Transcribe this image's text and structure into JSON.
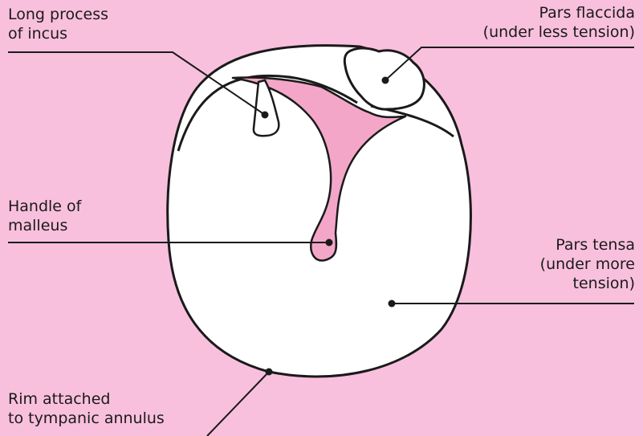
{
  "diagram": {
    "labels": {
      "incus": [
        "Long process",
        "of incus"
      ],
      "flaccida": [
        "Pars flaccida",
        "(under less tension)"
      ],
      "malleus": [
        "Handle of",
        "malleus"
      ],
      "tensa": [
        "Pars tensa",
        "(under more",
        "tension)"
      ],
      "rim": [
        "Rim attached",
        "to tympanic annulus"
      ]
    },
    "colors": {
      "background": "#f9c0de",
      "membrane": "#ffffff",
      "malleus": "#f4a6c9",
      "stroke": "#1a1a1a"
    }
  }
}
